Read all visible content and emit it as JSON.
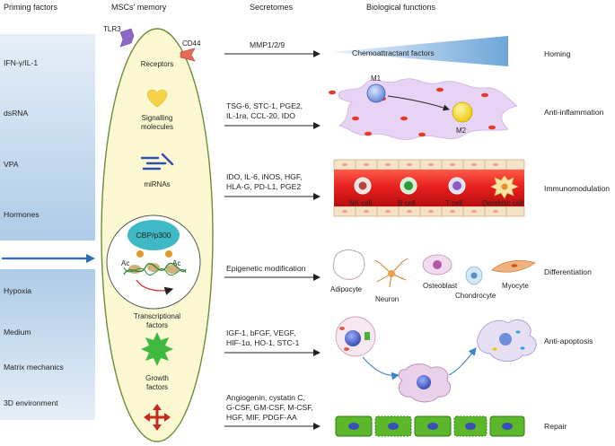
{
  "headers": {
    "priming": "Priming factors",
    "memory": "MSCs' memory",
    "secretomes": "Secretomes",
    "functions": "Biological functions"
  },
  "priming_factors": [
    "IFN-γ/IL-1",
    "dsRNA",
    "VPA",
    "Hormones",
    "Hypoxia",
    "Medium",
    "Matrix mechanics",
    "3D environment"
  ],
  "memory": {
    "tlr3": "TLR3",
    "cd44": "CD44",
    "receptors": "Receptors",
    "signalling_1": "Signalling",
    "signalling_2": "molecules",
    "mirnas": "miRNAs",
    "cbp": "CBP/p300",
    "ac": "Ac",
    "tf_1": "Transcriptional",
    "tf_2": "factors",
    "gf_1": "Growth",
    "gf_2": "factors"
  },
  "secretomes": {
    "homing": [
      "MMP1/2/9"
    ],
    "anti_inflammation": [
      "TSG-6, STC-1, PGE2,",
      "IL-1ra, CCL-20, IDO"
    ],
    "immunomodulation": [
      "IDO, IL-6, iNOS, HGF,",
      "HLA-G, PD-L1, PGE2"
    ],
    "differentiation": [
      "Epigenetic modification"
    ],
    "anti_apoptosis": [
      "IGF-1, bFGF, VEGF,",
      "HIF-1α, HO-1, STC-1"
    ],
    "repair": [
      "Angiogenin, cystatin C,",
      "G-CSF, GM-CSF, M-CSF,",
      "HGF, MIF, PDGF-AA"
    ]
  },
  "panels": {
    "chemo": "Chemoattractant factors",
    "m1": "M1",
    "m2": "M2",
    "nk": "NK cell",
    "bcell": "B cell",
    "tcell": "T cell",
    "dendritic": "Dendritic cell",
    "adipocyte": "Adipocyte",
    "neuron": "Neuron",
    "osteoblast": "Osteoblast",
    "chondrocyte": "Chondrocyte",
    "myocyte": "Myocyte"
  },
  "functions": [
    "Homing",
    "Anti-inflammation",
    "Immunomodulation",
    "Differentiation",
    "Anti-apoptosis",
    "Repair"
  ],
  "colors": {
    "priming_band": "#c9dcef",
    "arrow_blue": "#2e6eb5",
    "oval_fill": "#fbf8d2",
    "oval_stroke": "#6a8e3a",
    "vessel_red": "#e02020",
    "repair_green": "#5cb82a"
  }
}
